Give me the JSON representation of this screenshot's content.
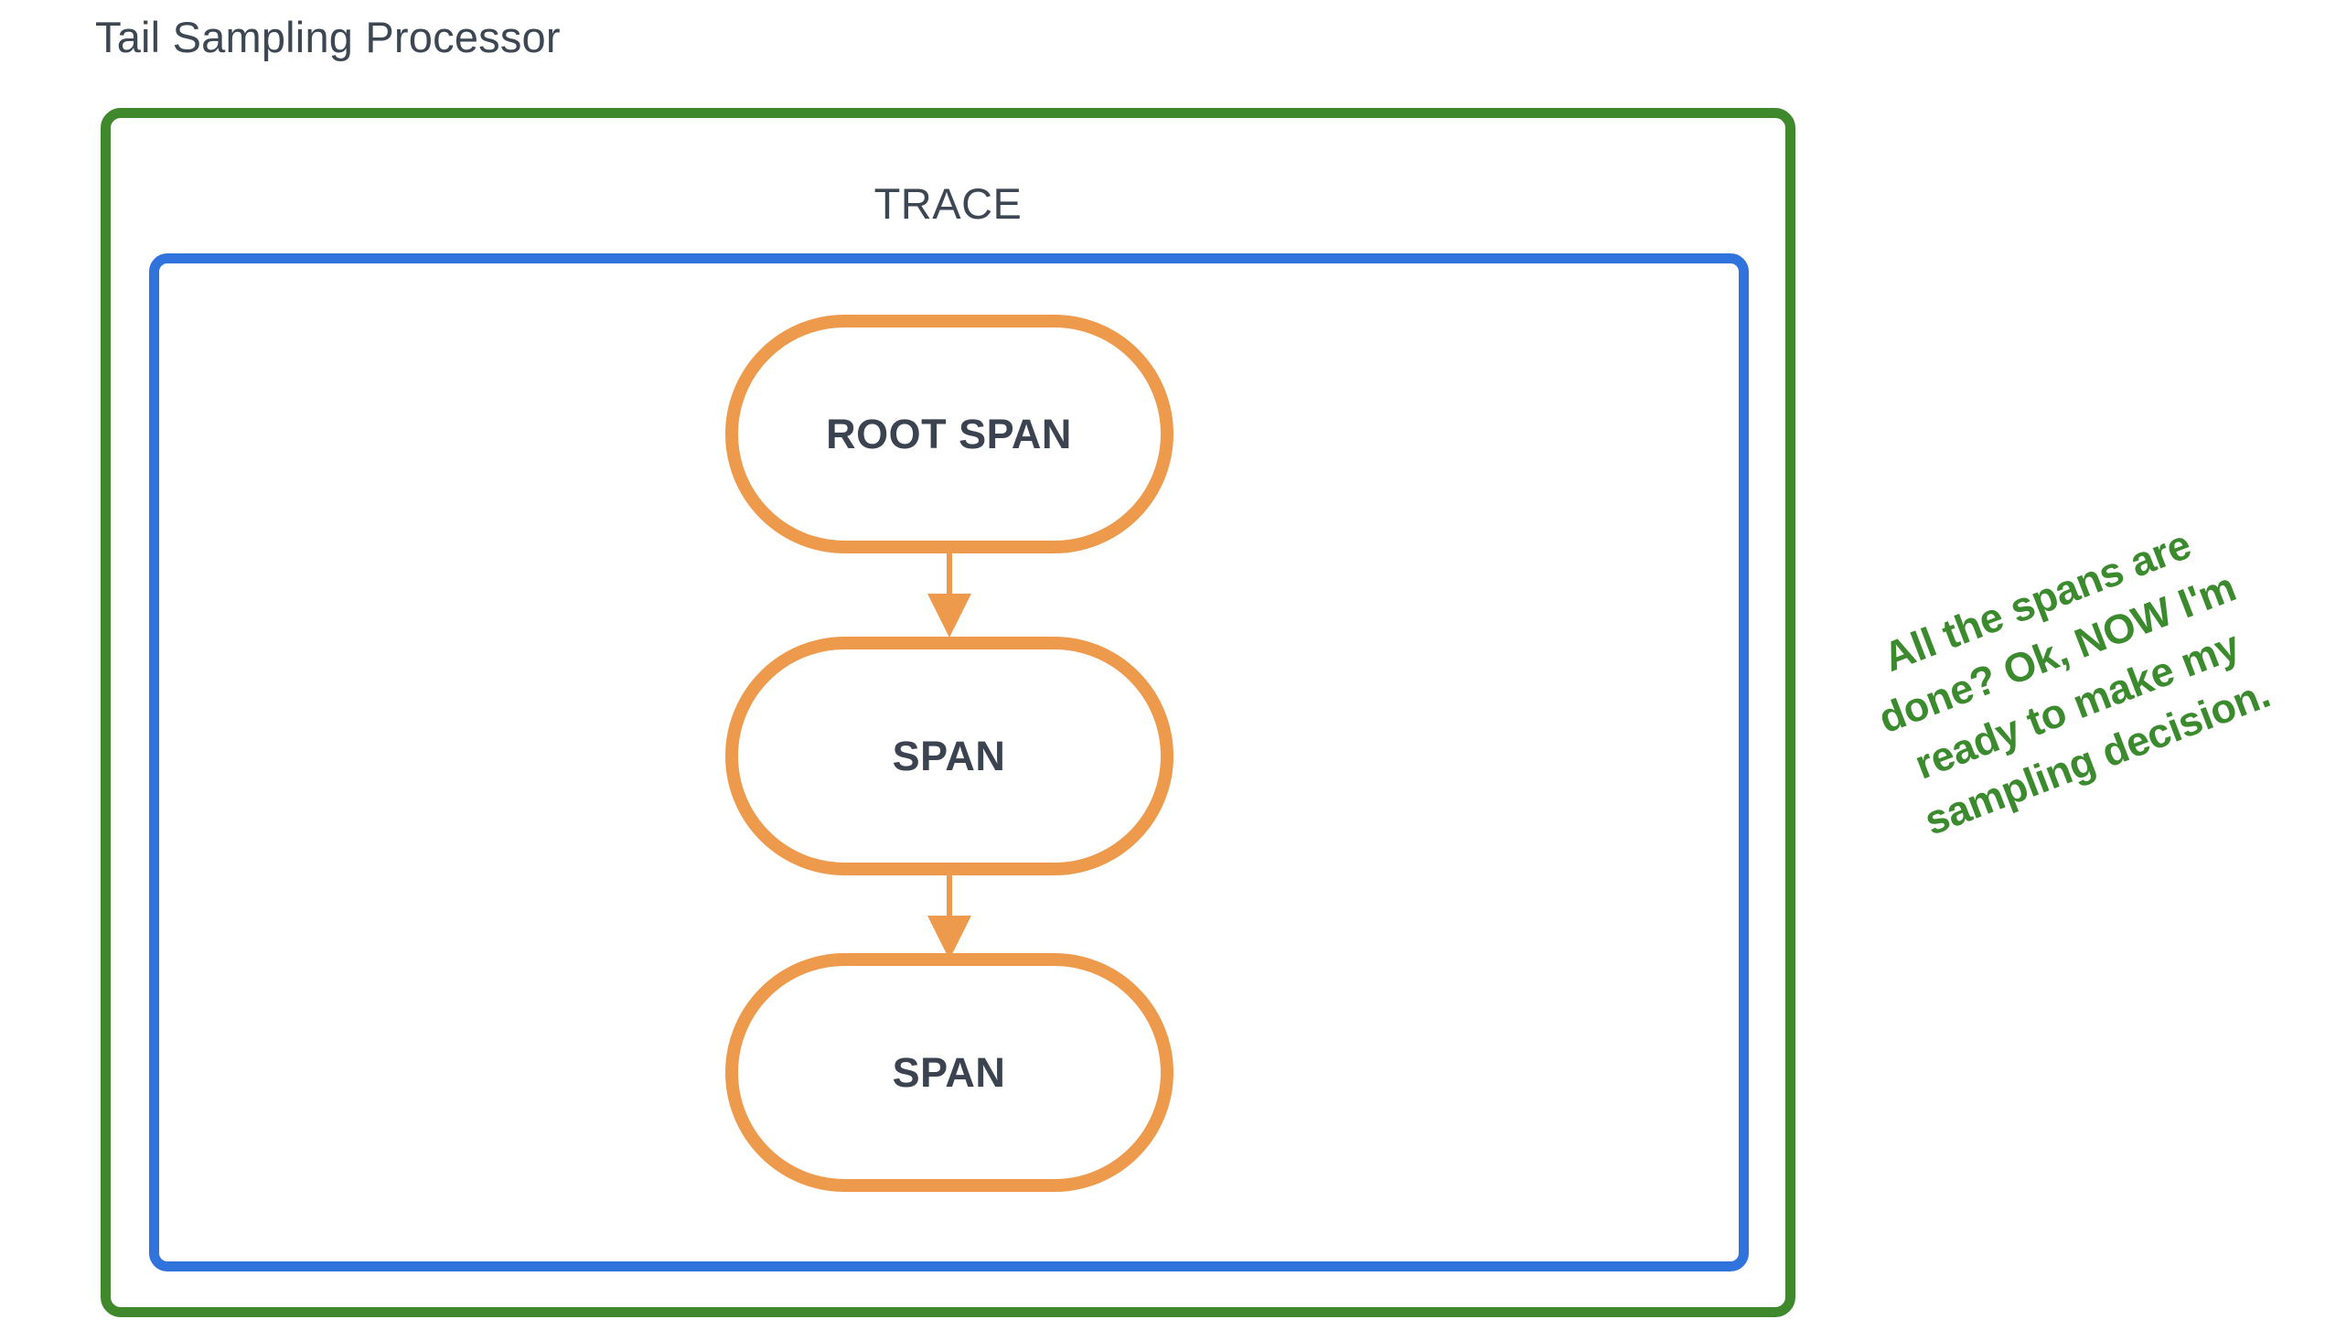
{
  "diagram": {
    "title": "Tail Sampling Processor",
    "title_color": "#3d4653",
    "outer_container": {
      "name": "Tail Sampling Processor",
      "border_color": "#40882c"
    },
    "trace_container": {
      "label": "TRACE",
      "border_color": "#3073dc"
    },
    "spans": [
      {
        "label": "ROOT SPAN"
      },
      {
        "label": "SPAN"
      },
      {
        "label": "SPAN"
      }
    ],
    "span_border_color": "#ee9a4c",
    "span_text_color": "#3a434f",
    "connectors": [
      {
        "from": "ROOT SPAN",
        "to": "SPAN"
      },
      {
        "from": "SPAN",
        "to": "SPAN"
      }
    ],
    "annotation": {
      "text": "All the spans are done? Ok, NOW I'm ready to make my sampling decision.",
      "color": "#3c8a2e",
      "rotation_deg": -21
    }
  }
}
